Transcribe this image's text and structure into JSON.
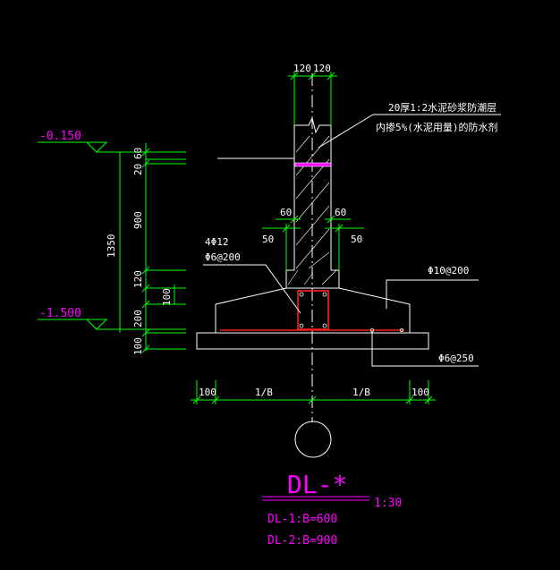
{
  "drawing": {
    "top_dims": [
      "120",
      "120"
    ],
    "note_line1": "20厚1:2水泥砂浆防潮层",
    "note_line2": "内掺5%(水泥用量)的防水剂",
    "level_top": "-0.150",
    "level_bottom": "-1.500",
    "left_dims": [
      "60",
      "20",
      "900",
      "120",
      "200",
      "100"
    ],
    "total_dim": "1350",
    "inner_dim_100": "100",
    "offset_60_left": "60",
    "offset_60_right": "60",
    "offset_50_left": "50",
    "offset_50_right": "50",
    "rebar_main_1": "4Φ12",
    "rebar_main_2": "Φ6@200",
    "rebar_top": "Φ10@200",
    "rebar_bottom": "Φ6@250",
    "bottom_dims": [
      "100",
      "1/B",
      "1/B",
      "100"
    ],
    "title": "DL-*",
    "scale": "1:30",
    "note_b1": "DL-1:B=600",
    "note_b2": "DL-2:B=900"
  },
  "colors": {
    "background": "#000000",
    "dimension": "#00ff00",
    "outline": "#ffffff",
    "annotation": "#ff00ff",
    "rebar": "#ff2020"
  }
}
